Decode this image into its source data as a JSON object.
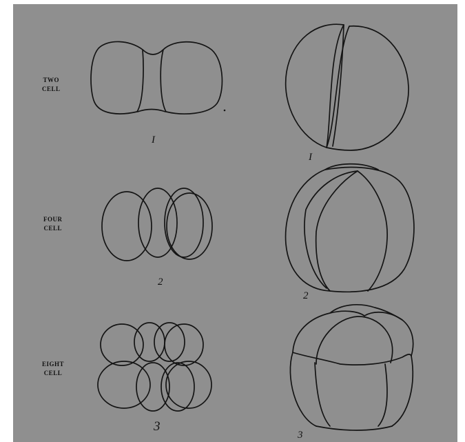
{
  "stages": [
    {
      "label_line1": "TWO",
      "label_line2": "CELL",
      "left_number": "I",
      "right_number": "I"
    },
    {
      "label_line1": "FOUR",
      "label_line2": "CELL",
      "left_number": "2",
      "right_number": "2"
    },
    {
      "label_line1": "EIGHT",
      "label_line2": "CELL",
      "left_number": "3",
      "right_number": "3"
    }
  ],
  "colors": {
    "plate_background": "#8f8f8f",
    "ink": "#141414",
    "page_margin": "#ffffff"
  }
}
